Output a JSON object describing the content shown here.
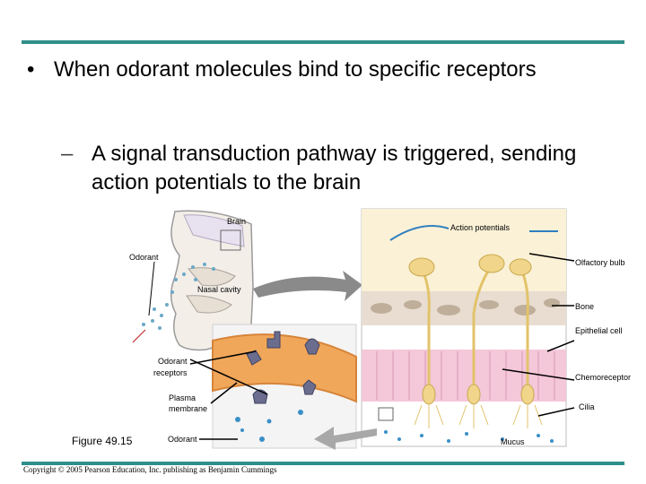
{
  "slide": {
    "bullet_mark": "•",
    "bullet1": "When odorant molecules bind to specific receptors",
    "sub_mark": "–",
    "bullet2": "A signal transduction pathway is triggered, sending action potentials to the brain"
  },
  "figure": {
    "labels": {
      "brain": "Brain",
      "action_potentials": "Action potentials",
      "odorant_top": "Odorant",
      "olfactory_bulb": "Olfactory bulb",
      "nasal_cavity": "Nasal cavity",
      "bone": "Bone",
      "epithelial_cell": "Epithelial cell",
      "odorant_receptors_1": "Odorant",
      "odorant_receptors_2": "receptors",
      "chemoreceptor": "Chemoreceptor",
      "plasma_membrane_1": "Plasma",
      "plasma_membrane_2": "membrane",
      "cilia": "Cilia",
      "odorant_bottom": "Odorant",
      "mucus": "Mucus"
    },
    "caption": "Figure 49.15"
  },
  "footer": {
    "copyright": "Copyright © 2005 Pearson Education, Inc. publishing as Benjamin Cummings"
  }
}
